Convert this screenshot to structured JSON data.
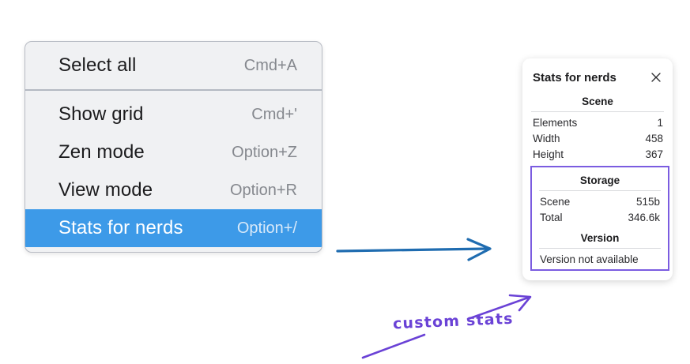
{
  "colors": {
    "menu_background": "#f0f1f3",
    "menu_border": "#b8bcc4",
    "menu_highlight": "#3d9ae8",
    "panel_background": "#ffffff",
    "annotation_blue": "#1f6cb0",
    "annotation_purple": "#6a42d6",
    "custom_box_border": "#7b5ce0",
    "canvas_background": "#ffffff"
  },
  "context_menu": {
    "groups": [
      {
        "items": [
          {
            "label": "Select all",
            "shortcut": "Cmd+A",
            "selected": false
          }
        ]
      },
      {
        "items": [
          {
            "label": "Show grid",
            "shortcut": "Cmd+'",
            "selected": false
          },
          {
            "label": "Zen mode",
            "shortcut": "Option+Z",
            "selected": false
          },
          {
            "label": "View mode",
            "shortcut": "Option+R",
            "selected": false
          },
          {
            "label": "Stats for nerds",
            "shortcut": "Option+/",
            "selected": true
          }
        ]
      }
    ]
  },
  "stats_panel": {
    "title": "Stats for nerds",
    "close_icon": "close-icon",
    "sections": [
      {
        "name": "Scene",
        "heading": "Scene",
        "rows": [
          {
            "label": "Elements",
            "value": "1"
          },
          {
            "label": "Width",
            "value": "458"
          },
          {
            "label": "Height",
            "value": "367"
          }
        ]
      },
      {
        "name": "Storage",
        "heading": "Storage",
        "rows": [
          {
            "label": "Scene",
            "value": "515b"
          },
          {
            "label": "Total",
            "value": "346.6k"
          }
        ]
      },
      {
        "name": "Version",
        "heading": "Version",
        "single_line": "Version not available"
      }
    ]
  },
  "annotations": {
    "handwritten_label": "custom stats",
    "blue_arrow": "arrow-menu-to-panel",
    "purple_arrow_upper": "arrow-label-to-custom-stats",
    "purple_arrow_lower": "arrow-stroke-below-label"
  }
}
